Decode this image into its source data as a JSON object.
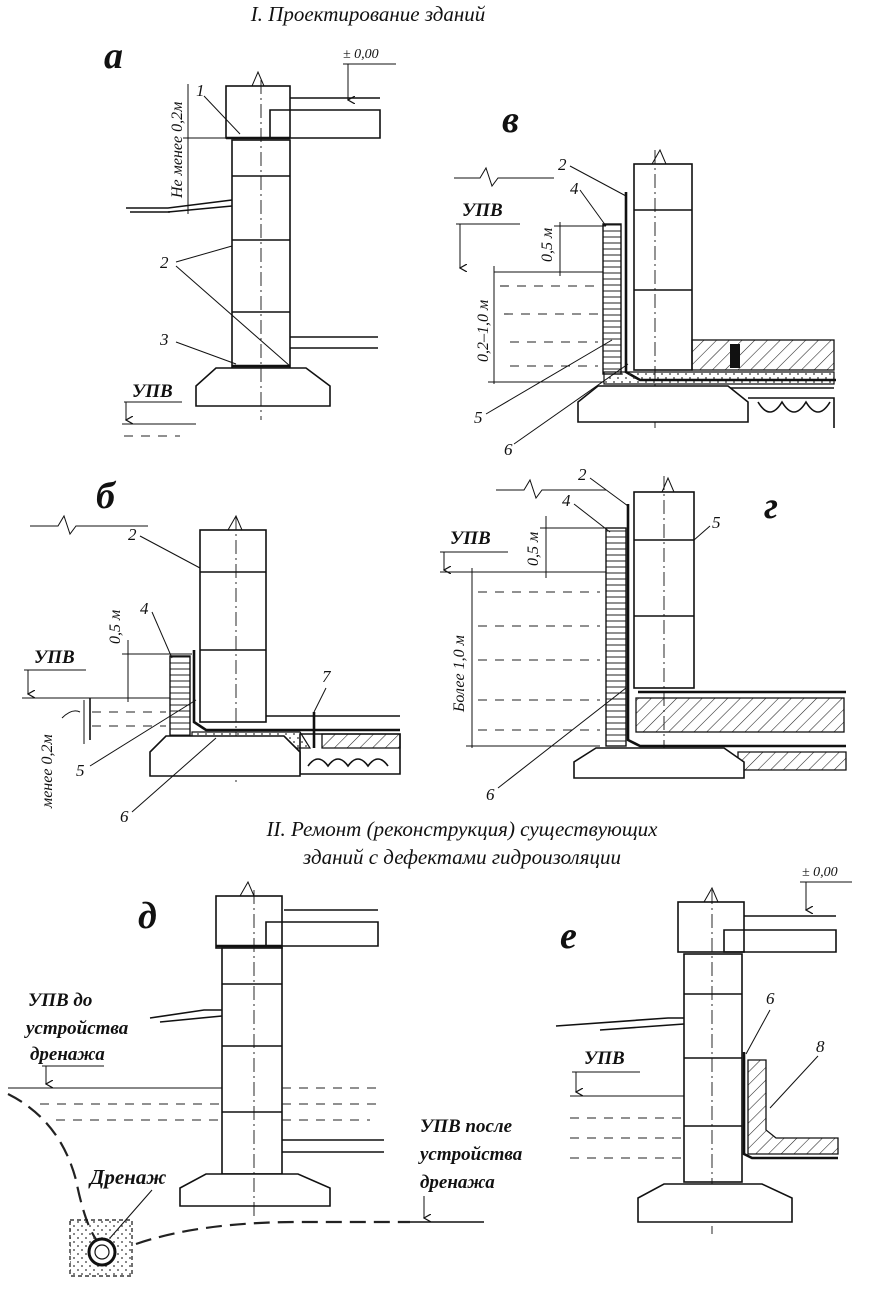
{
  "section_titles": {
    "part1": "I. Проектирование зданий",
    "part2_line1": "II. Ремонт (реконструкция) существующих",
    "part2_line2": "зданий с дефектами гидроизоляции"
  },
  "panel_letters": {
    "a": "а",
    "b": "б",
    "v": "в",
    "g": "г",
    "d": "д",
    "e": "е"
  },
  "levels": {
    "zero_a": "± 0,00",
    "zero_e": "± 0,00",
    "upv": "УПВ"
  },
  "dimensions": {
    "a_min": "Не менее 0,2м",
    "v_half": "0,5 м",
    "v_range": "0,2–1,0 м",
    "b_half": "0,5 м",
    "b_min": "менее 0,2м",
    "g_half": "0,5 м",
    "g_more": "Более 1,0 м"
  },
  "callouts": {
    "n1": "1",
    "n2": "2",
    "n3": "3",
    "n4": "4",
    "n5": "5",
    "n6": "6",
    "n7": "7",
    "n8": "8"
  },
  "drainage": {
    "upv_before_1": "УПВ до",
    "upv_before_2": "устройства",
    "upv_before_3": "дренажа",
    "upv_after_1": "УПВ после",
    "upv_after_2": "устройства",
    "upv_after_3": "дренажа",
    "drain_label": "Дренаж"
  }
}
